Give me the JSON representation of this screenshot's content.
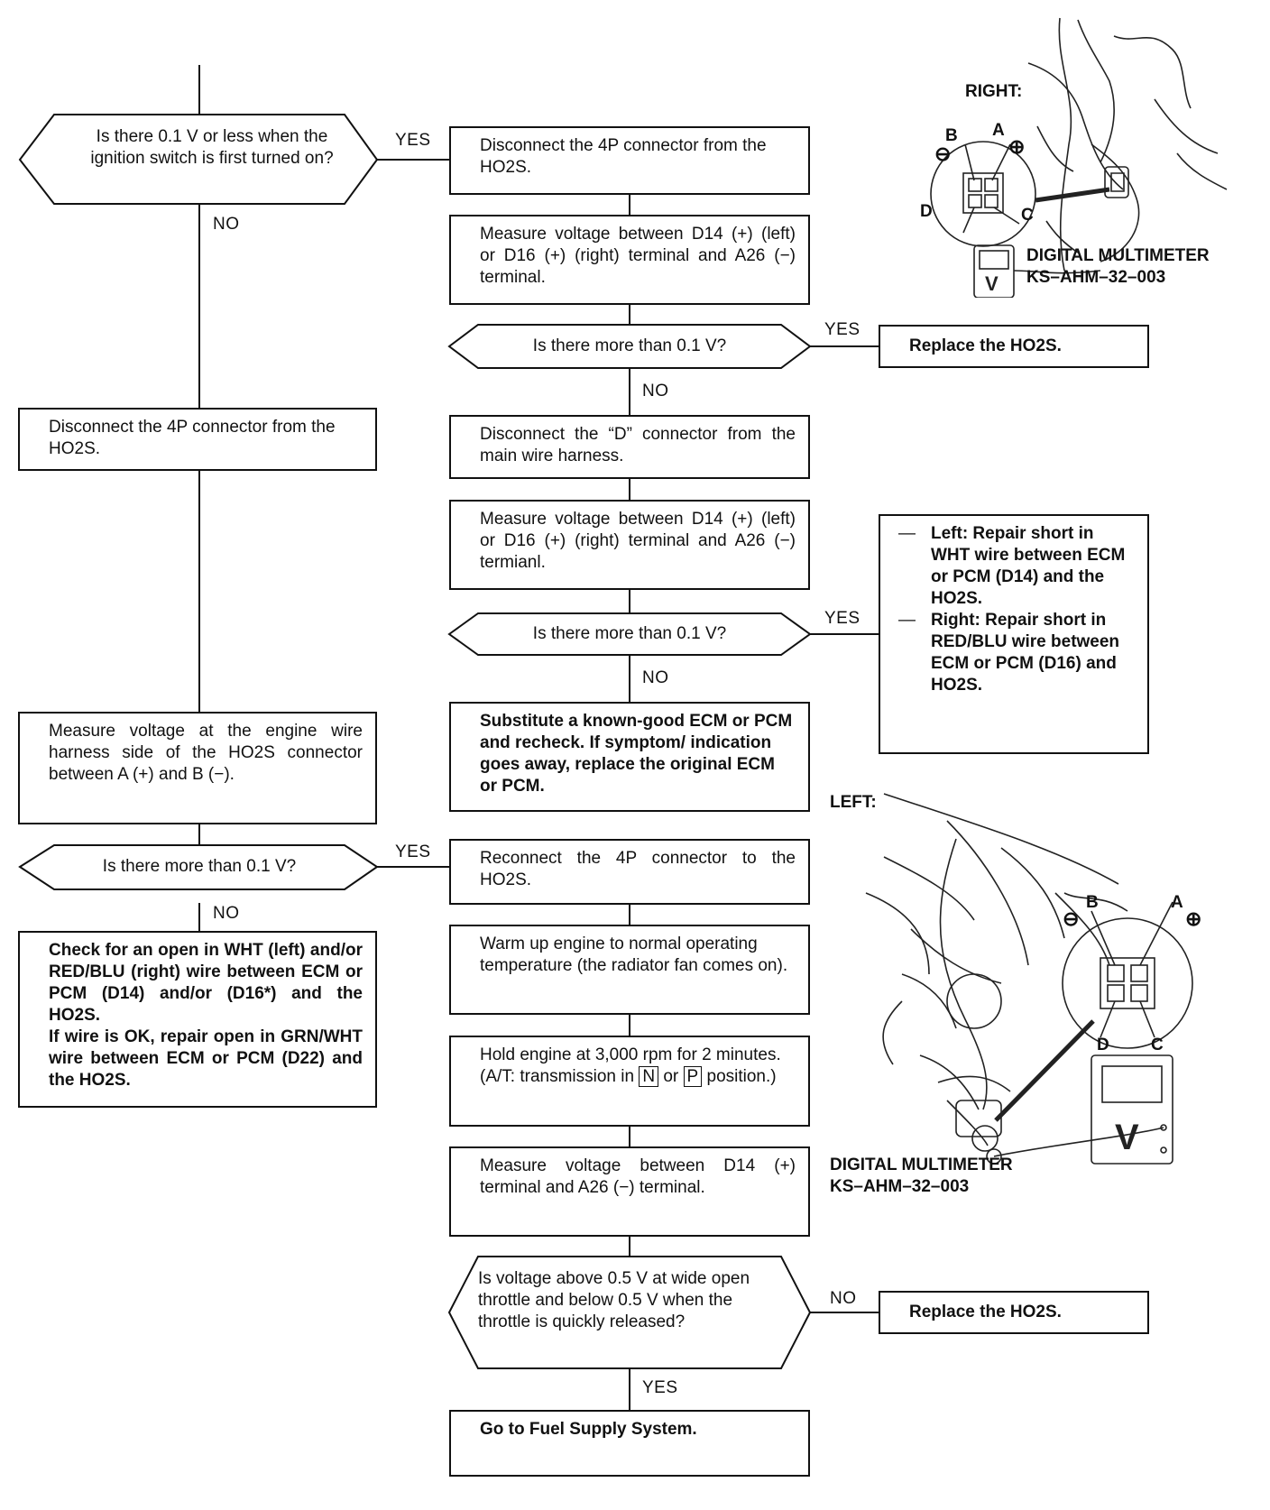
{
  "flowchart": {
    "left": {
      "decision1": "Is there 0.1 V or less when the ignition switch is first turned on?",
      "disconnect": "Disconnect the 4P connector from the HO2S.",
      "measure_harness": "Measure voltage at the engine wire harness side of the HO2S connector between A (+) and B (−).",
      "decision2": "Is there more than 0.1 V?",
      "check_open_1": "Check for an open in WHT (left) and/or RED/BLU (right) wire between ECM or PCM (D14) and/or (D16*) and the HO2S.",
      "check_open_2": "If wire is OK, repair open in GRN/WHT wire between ECM or PCM (D22) and the HO2S."
    },
    "center": {
      "disconnect": "Disconnect the 4P connector from the HO2S.",
      "measure1": "Measure voltage between D14 (+) (left) or D16 (+) (right) terminal and A26 (−) terminal.",
      "decision1": "Is there more than 0.1 V?",
      "disconnect_d": "Disconnect the “D” connector from the main wire harness.",
      "measure2": "Measure voltage between D14 (+) (left) or D16 (+) (right) terminal and A26 (−) termianl.",
      "decision2": "Is there more than 0.1 V?",
      "substitute": "Substitute a known-good ECM or PCM and recheck. If symptom/ indication goes away, replace the original ECM or PCM.",
      "reconnect": "Reconnect the 4P connector to the HO2S.",
      "warm_up": "Warm up engine to normal operating temperature (the radiator fan comes on).",
      "hold_pre": "Hold engine at 3,000 rpm for 2 minutes. (A/T: transmission in",
      "hold_n": "N",
      "hold_or": "or",
      "hold_p": "P",
      "hold_post": "position.)",
      "measure3": "Measure voltage between D14 (+) terminal and A26 (−) terminal.",
      "decision3": "Is voltage above 0.5 V at wide open throttle and below 0.5 V when the throttle is quickly released?",
      "fuel": "Go to Fuel Supply System."
    },
    "right": {
      "replace1": "Replace the HO2S.",
      "repair_left": "Left: Repair short in WHT wire between ECM or PCM (D14) and the HO2S.",
      "repair_right": "Right: Repair short in RED/BLU wire between ECM or PCM (D16) and HO2S.",
      "replace2": "Replace the HO2S."
    },
    "labels": {
      "yes": "YES",
      "no": "NO"
    }
  },
  "figures": {
    "right_view": {
      "title": "RIGHT:",
      "pin_a": "A",
      "pin_b": "B",
      "pin_c": "C",
      "pin_d": "D",
      "plus": "⊕",
      "minus": "⊖",
      "meter_line1": "DIGITAL MULTIMETER",
      "meter_line2": "KS–AHM–32–003"
    },
    "left_view": {
      "title": "LEFT:",
      "pin_a": "A",
      "pin_b": "B",
      "pin_c": "C",
      "pin_d": "D",
      "plus": "⊕",
      "minus": "⊖",
      "meter_line1": "DIGITAL MULTIMETER",
      "meter_line2": "KS–AHM–32–003"
    }
  }
}
